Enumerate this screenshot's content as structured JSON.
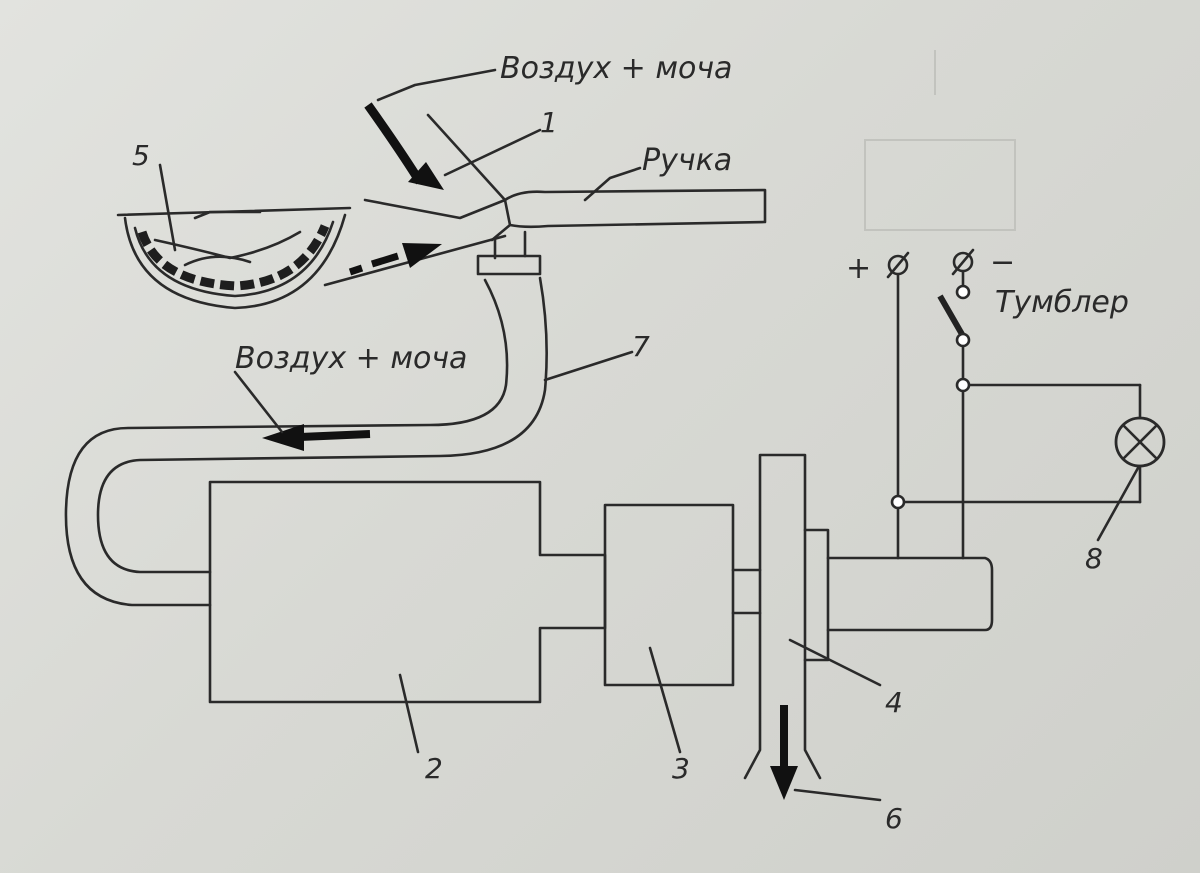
{
  "labels": {
    "air_urine_top": "Воздух + моча",
    "air_urine_left": "Воздух + моча",
    "handle": "Ручка",
    "toggle": "Тумблер",
    "plus": "+",
    "minus": "−",
    "n1": "1",
    "n2": "2",
    "n3": "3",
    "n4": "4",
    "n5": "5",
    "n6": "6",
    "n7": "7",
    "n8": "8"
  }
}
